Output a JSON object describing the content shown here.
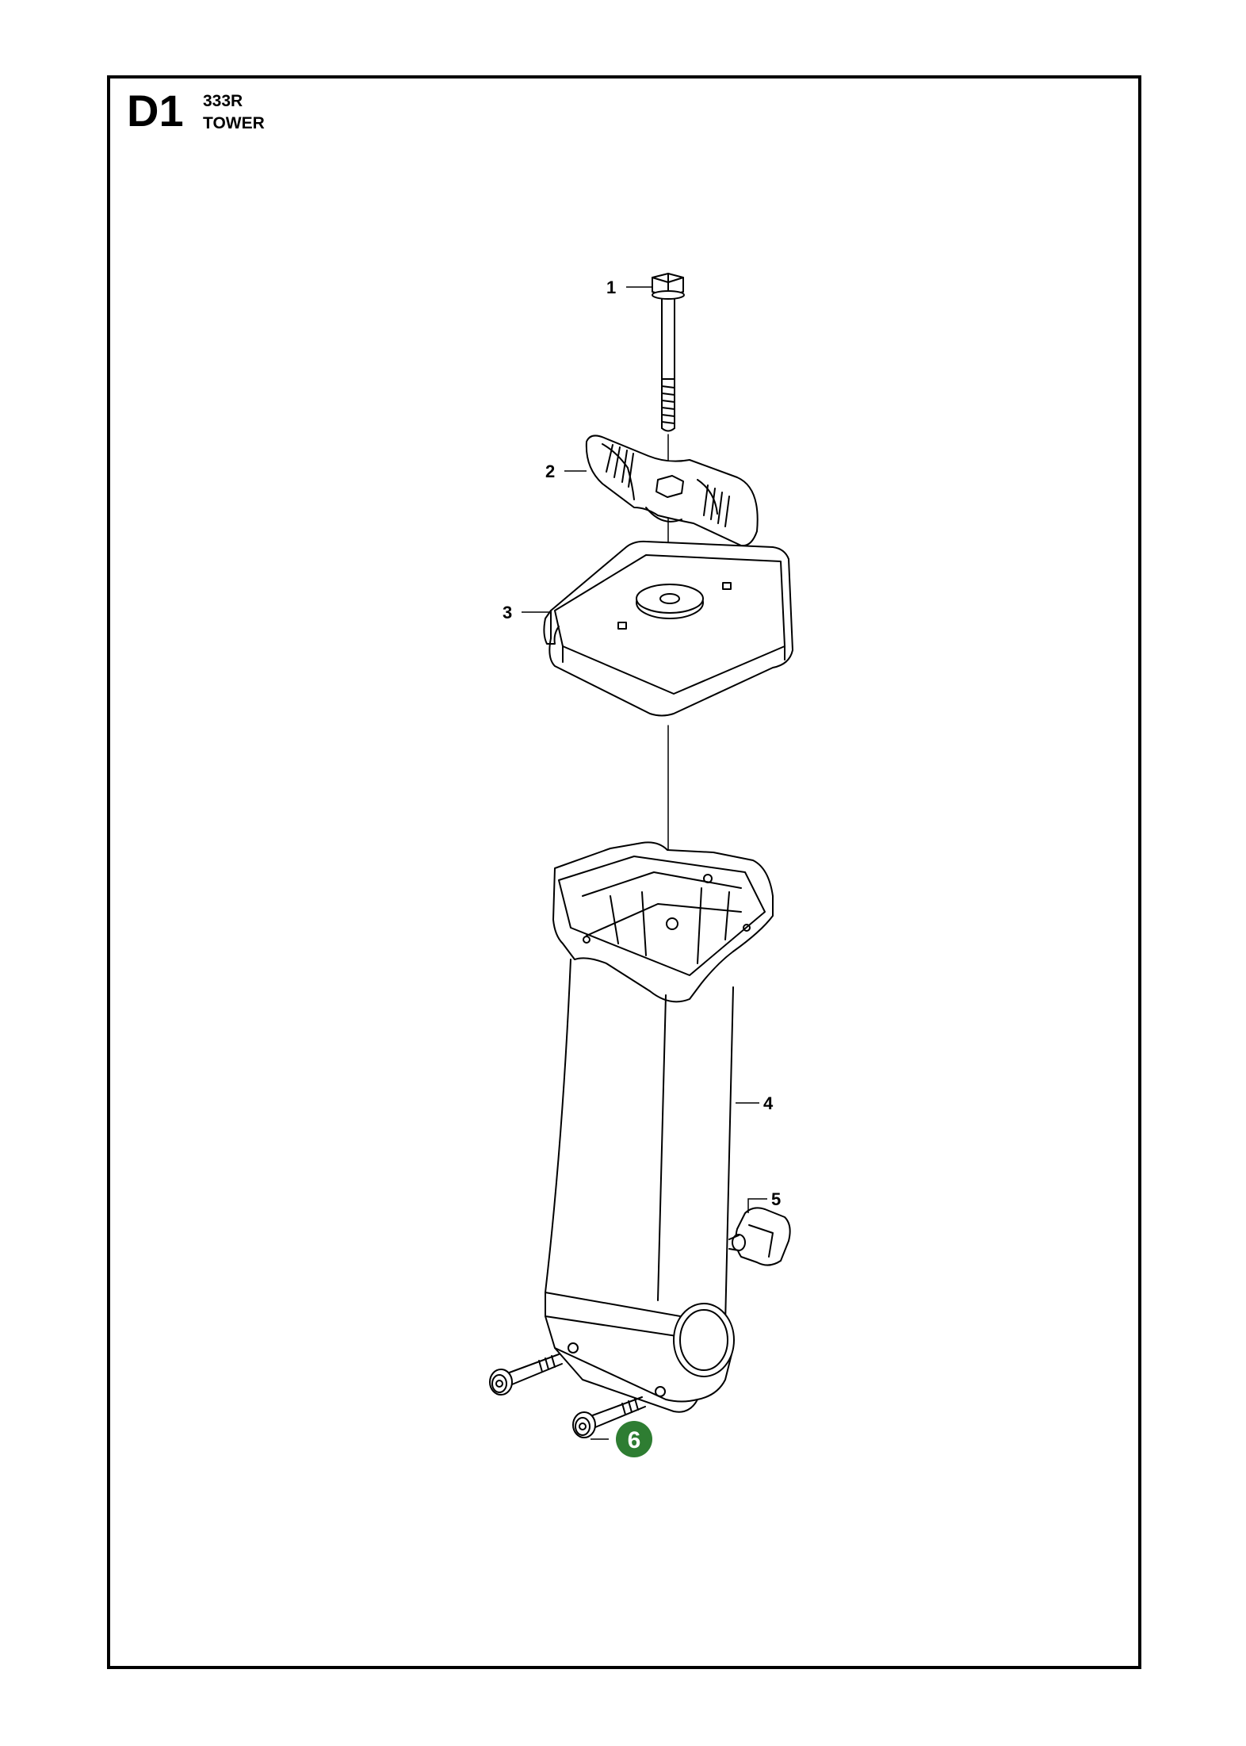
{
  "header": {
    "section_code": "D1",
    "model": "333R",
    "title": "TOWER"
  },
  "callouts": [
    "1",
    "2",
    "3",
    "4",
    "5",
    "6"
  ],
  "colors": {
    "line": "#000000",
    "highlight": "#2e7d32"
  }
}
